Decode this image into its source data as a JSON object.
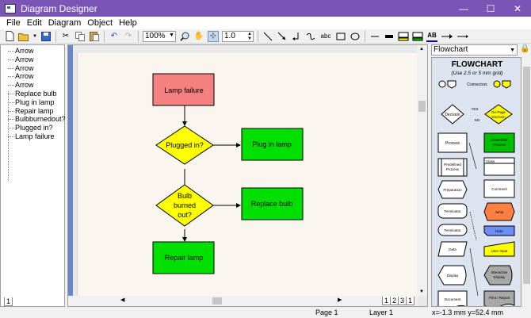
{
  "window": {
    "title": "Diagram Designer",
    "minimize": "—",
    "maximize": "☐",
    "close": "✕"
  },
  "menu": [
    "File",
    "Edit",
    "Diagram",
    "Object",
    "Help"
  ],
  "toolbar": {
    "zoom_value": "100%",
    "line_width": "1.0",
    "text_tool": "abc",
    "text_format": "AB"
  },
  "object_tree": [
    "Arrow",
    "Arrow",
    "Arrow",
    "Arrow",
    "Arrow",
    "Replace bulb",
    "Plug in lamp",
    "Repair lamp",
    "Bulbburnedout?",
    "Plugged in?",
    "Lamp failure"
  ],
  "diagram": {
    "lamp_failure": "Lamp failure",
    "plugged_in": "Plugged in?",
    "plug_in_lamp": "Plug in lamp",
    "bulb_l1": "Bulb",
    "bulb_l2": "burned",
    "bulb_l3": "out?",
    "replace_bulb": "Replace bulb",
    "repair_lamp": "Repair lamp"
  },
  "palette": {
    "selected": "Flowchart",
    "title": "FLOWCHART",
    "subtitle": "(Use 2.5 or 5 mm grid)",
    "connectors": "Connectors",
    "yes": "YES",
    "no": "NO",
    "decision": "Decision",
    "onpage": "On-Page",
    "onpage2": "Decision",
    "process": "Process",
    "assembler": "Assembler",
    "assembler2": "Process",
    "predefined": "Predefined",
    "predefined2": "Process",
    "class": "Class",
    "preparation": "Preparation",
    "comment": "Comment",
    "terminator1": "Terminator",
    "jump": "Jump",
    "terminator2": "Terminator",
    "note": "Note",
    "data": "Data",
    "userinput": "User Input",
    "display": "Display",
    "interactive": "Interactive",
    "interactive2": "Display",
    "document": "Document",
    "printreport": "Print / Report"
  },
  "page_tabs": {
    "left": "1",
    "right": [
      "1",
      "2",
      "3",
      "1"
    ]
  },
  "status": {
    "page": "Page 1",
    "layer": "Layer 1",
    "coords": "x=-1.3 mm  y=52.4 mm"
  },
  "colors": {
    "titlebar": "#7b55b5",
    "ruler": "#6a86c7",
    "red_box": "#f48080",
    "green_box": "#00e000",
    "yellow_diamond": "#ffff00"
  }
}
